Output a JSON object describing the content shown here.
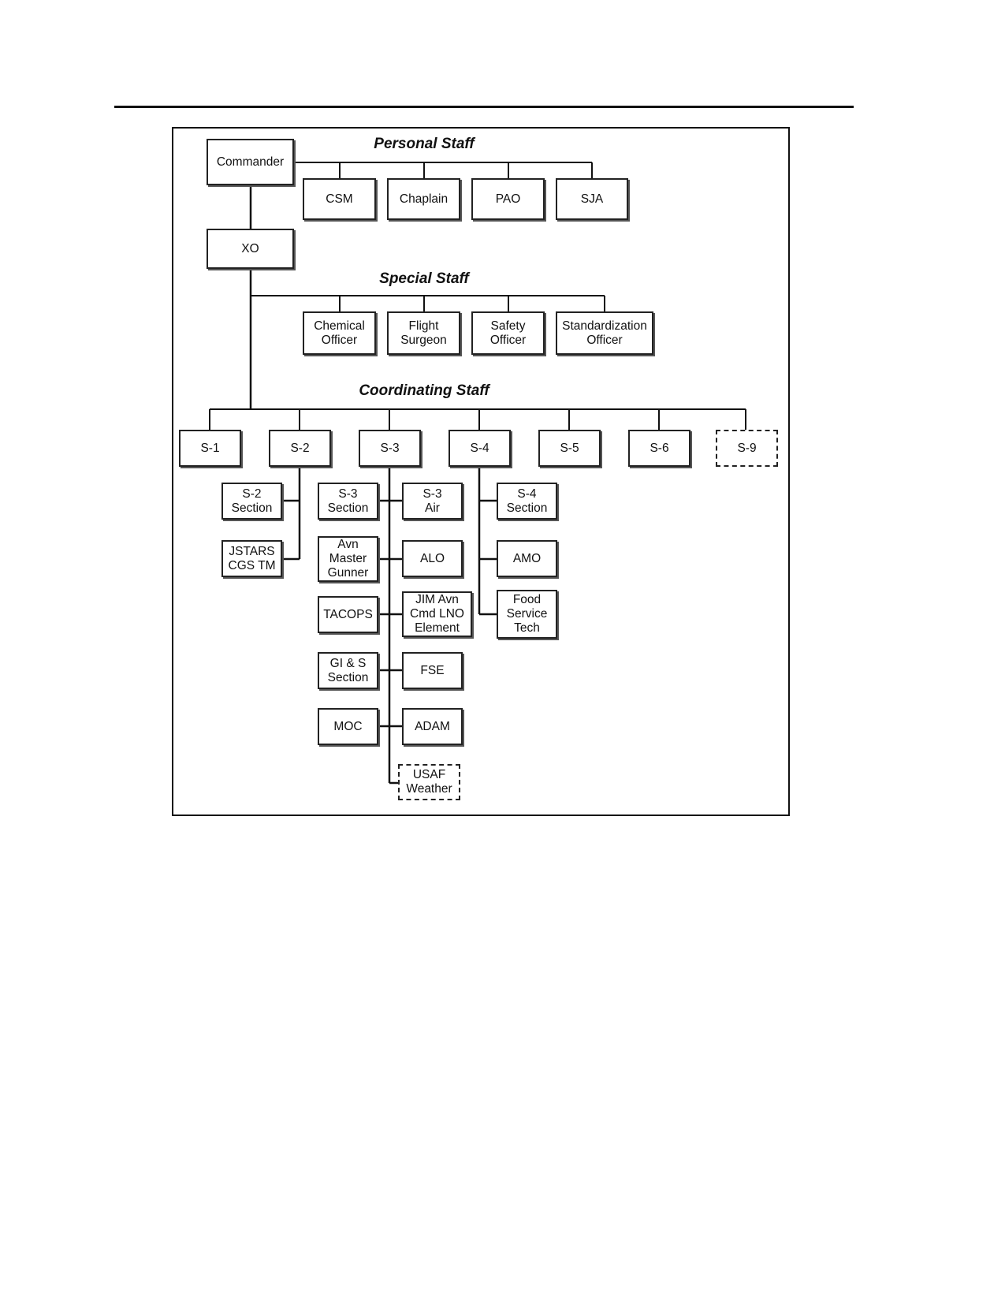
{
  "headings": {
    "personal": "Personal Staff",
    "special": "Special Staff",
    "coordinating": "Coordinating Staff"
  },
  "nodes": {
    "commander": "Commander",
    "csm": "CSM",
    "chaplain": "Chaplain",
    "pao": "PAO",
    "sja": "SJA",
    "xo": "XO",
    "chemical": "Chemical\nOfficer",
    "flight": "Flight\nSurgeon",
    "safety": "Safety\nOfficer",
    "standardization": "Standardization\nOfficer",
    "s1": "S-1",
    "s2": "S-2",
    "s3": "S-3",
    "s4": "S-4",
    "s5": "S-5",
    "s6": "S-6",
    "s9": "S-9",
    "s2section": "S-2\nSection",
    "jstars": "JSTARS\nCGS TM",
    "s3section": "S-3\nSection",
    "avn": "Avn\nMaster\nGunner",
    "tacops": "TACOPS",
    "gis": "GI & S\nSection",
    "moc": "MOC",
    "s3air": "S-3\nAir",
    "alo": "ALO",
    "jim": "JIM Avn\nCmd LNO\nElement",
    "fse": "FSE",
    "adam": "ADAM",
    "usaf": "USAF\nWeather",
    "s4section": "S-4\nSection",
    "amo": "AMO",
    "food": "Food\nService\nTech"
  }
}
